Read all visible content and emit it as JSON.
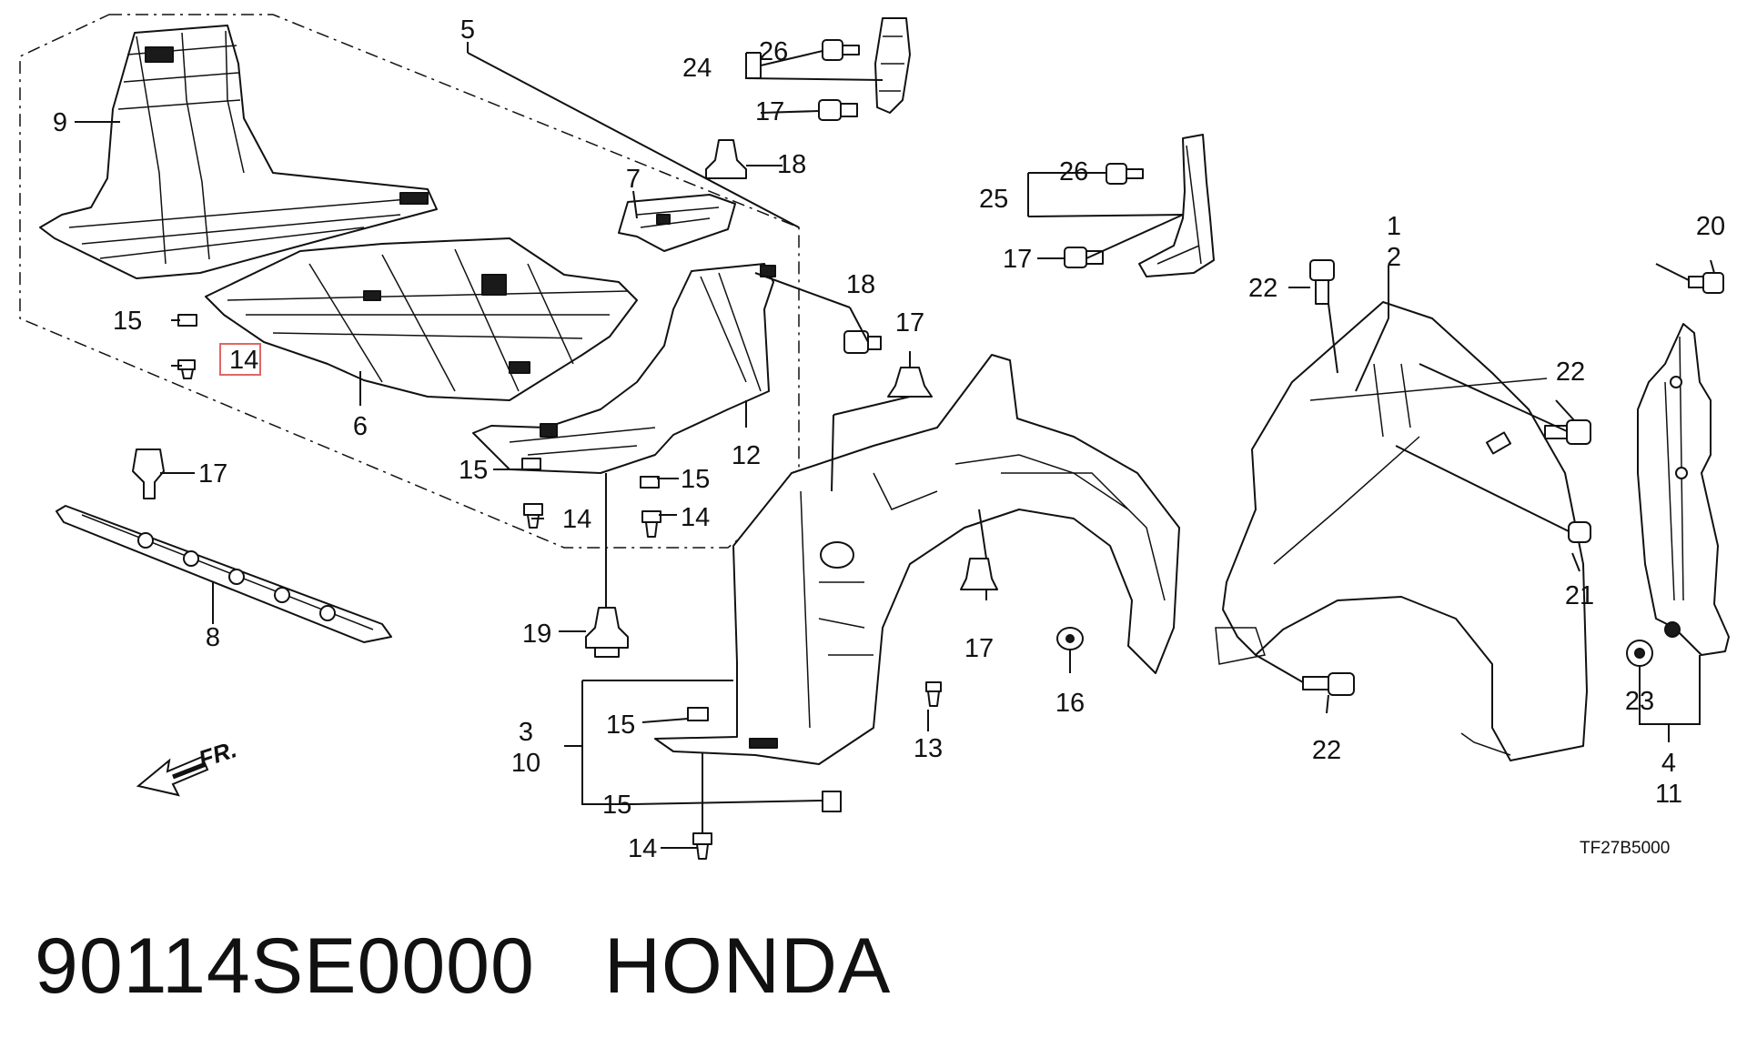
{
  "diagram": {
    "callouts": {
      "c1": "1",
      "c2": "2",
      "c3": "3",
      "c4": "4",
      "c5": "5",
      "c6": "6",
      "c7": "7",
      "c8": "8",
      "c9": "9",
      "c10": "10",
      "c11": "11",
      "c12": "12",
      "c13": "13",
      "c14a": "14",
      "c14b": "14",
      "c14c": "14",
      "c14d": "14",
      "c15a": "15",
      "c15b": "15",
      "c15c": "15",
      "c15d": "15",
      "c15e": "15",
      "c16": "16",
      "c17a": "17",
      "c17b": "17",
      "c17c": "17",
      "c17d": "17",
      "c17e": "17",
      "c18a": "18",
      "c18b": "18",
      "c19": "19",
      "c20": "20",
      "c21": "21",
      "c22a": "22",
      "c22b": "22",
      "c22c": "22",
      "c23": "23",
      "c24": "24",
      "c25": "25",
      "c26a": "26",
      "c26b": "26"
    },
    "front_marker": "FR.",
    "diagram_code": "TF27B5000",
    "highlighted_callout": "14"
  },
  "caption": {
    "part_number": "90114SE0000",
    "brand": "HONDA"
  }
}
